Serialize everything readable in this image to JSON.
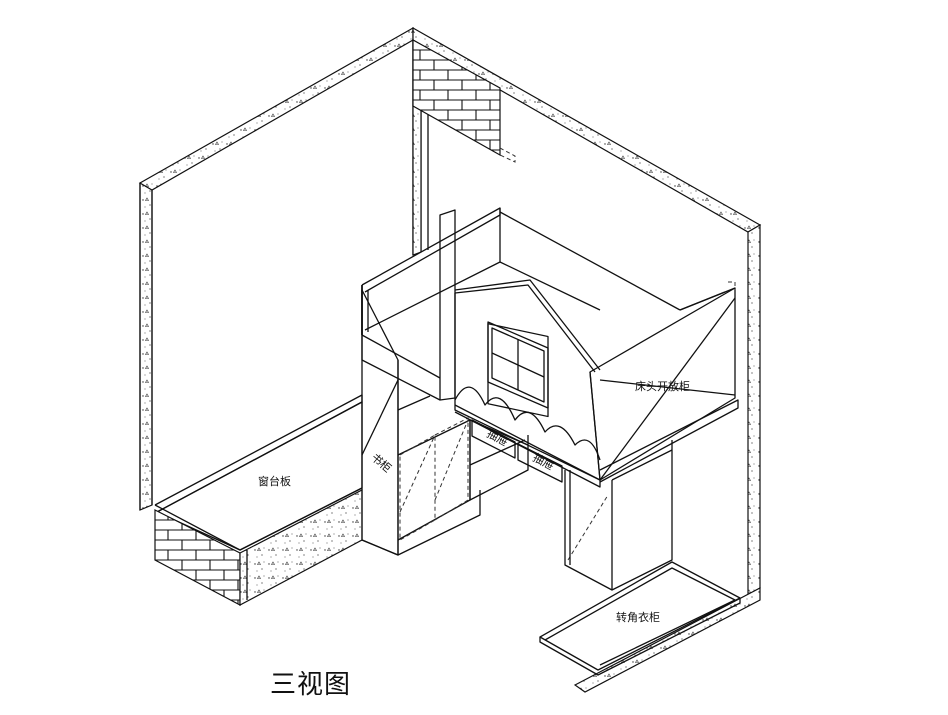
{
  "labels": {
    "window_sill": "窗台板",
    "bookcase": "书柜",
    "drawer_1": "抽屉",
    "drawer_2": "抽屉",
    "bedhead_cabinet": "床头开放柜",
    "corner_wardrobe": "转角衣柜"
  },
  "title": "三视图",
  "colors": {
    "line": "#111111",
    "background": "#ffffff",
    "concrete_dot": "#333333"
  }
}
